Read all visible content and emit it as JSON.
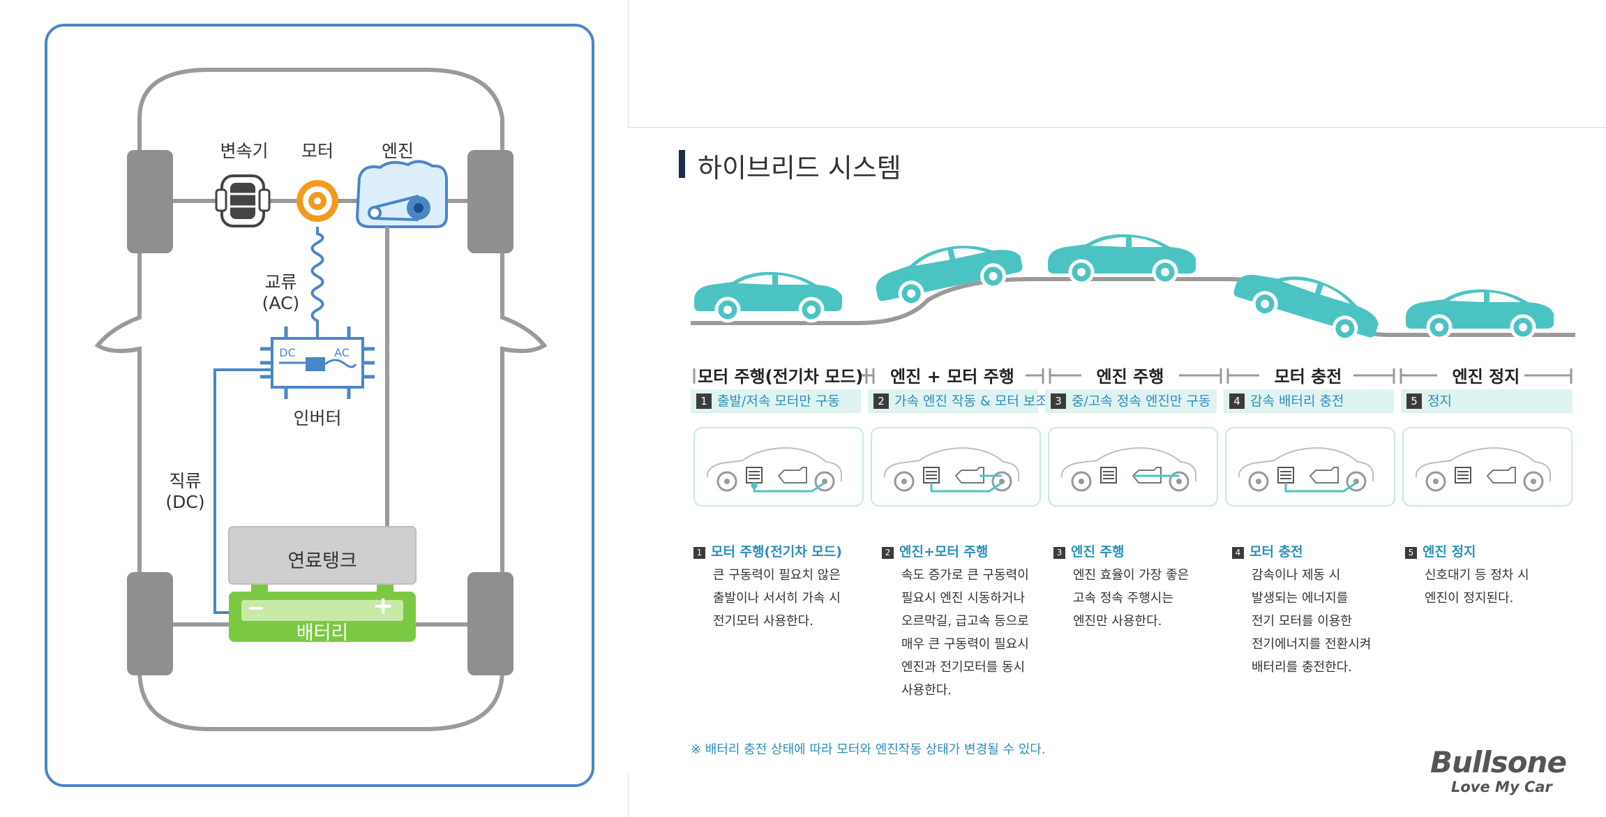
{
  "left_diagram": {
    "transmission": "변속기",
    "motor": "모터",
    "engine": "엔진",
    "ac_label": "교류",
    "ac_unit": "(AC)",
    "inverter_dc": "DC",
    "inverter_ac": "AC",
    "inverter": "인버터",
    "dc_label": "직류",
    "dc_unit": "(DC)",
    "fuel_tank": "연료탱크",
    "battery": "배터리",
    "battery_minus": "−",
    "battery_plus": "+"
  },
  "right": {
    "title": "하이브리드 시스템",
    "modes": [
      {
        "head": "모터 주행(전기차 모드)",
        "num": "1",
        "sub": "출발/저속 모터만 구동",
        "desc_title": "모터 주행(전기차 모드)",
        "desc_lines": [
          "큰 구동력이 필요치 않은",
          "출발이나 서서히 가속 시",
          "전기모터 사용한다."
        ]
      },
      {
        "head": "엔진 + 모터 주행",
        "num": "2",
        "sub": "가속 엔진 작동 & 모터 보조",
        "desc_title": "엔진+모터 주행",
        "desc_lines": [
          "속도 증가로 큰 구동력이",
          "필요시 엔진 시동하거나",
          "오르막길, 급고속 등으로",
          "매우 큰 구동력이 필요시",
          "엔진과 전기모터를 동시",
          "사용한다."
        ]
      },
      {
        "head": "엔진 주행",
        "num": "3",
        "sub": "중/고속 정속 엔진만 구동",
        "desc_title": "엔진 주행",
        "desc_lines": [
          "엔진 효율이 가장 좋은",
          "고속 정속 주행시는",
          "엔진만 사용한다."
        ]
      },
      {
        "head": "모터 충전",
        "num": "4",
        "sub": "감속 배터리 충전",
        "desc_title": "모터 충전",
        "desc_lines": [
          "감속이나 제동 시",
          "발생되는 에너지를",
          "전기 모터를 이용한",
          "전기에너지를 전환시켜",
          "배터리를 충전한다."
        ]
      },
      {
        "head": "엔진 정지",
        "num": "5",
        "sub": "정지",
        "desc_title": "엔진 정지",
        "desc_lines": [
          "신호대기 등 정차 시",
          "엔진이 정지된다."
        ]
      }
    ],
    "note": "※ 배터리 충전 상태에 따라 모터와 엔진작동 상태가 변경될 수 있다.",
    "logo": "Bullsone",
    "slogan": "Love My Car"
  },
  "colors": {
    "teal": "#4cc3c3",
    "road": "#9a9a9a",
    "frame_border": "#4a86c8",
    "battery_green": "#7bc943",
    "motor_orange": "#f39a1e",
    "inverter_blue": "#4a86c8",
    "accent_text": "#2a8fb8"
  }
}
